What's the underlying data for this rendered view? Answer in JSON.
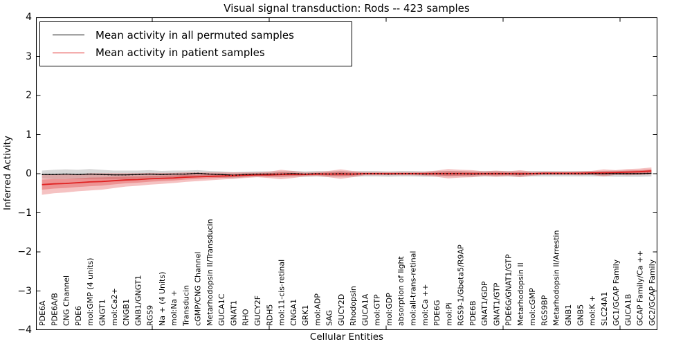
{
  "chart_data": {
    "type": "line",
    "title": "Visual signal transduction: Rods -- 423 samples",
    "xlabel": "Cellular Entities",
    "ylabel": "Inferred Activity",
    "ylim": [
      -4,
      4
    ],
    "yticks": [
      4,
      3,
      2,
      1,
      0,
      -1,
      -2,
      -3,
      -4
    ],
    "grid": false,
    "legend_position": "upper left",
    "band_note": "shaded bands show spread around each mean line",
    "categories": [
      "PDE6A",
      "PDE6A/B",
      "CNG Channel",
      "PDE6",
      "mol:GMP (4 units)",
      "GNGT1",
      "mol:Ca2+",
      "CNGB1",
      "GNB1/GNGT1",
      "RGS9",
      "Na + (4 Units)",
      "mol:Na +",
      "Transducin",
      "cGMP/CNG Channel",
      "Metarhodopsin II/Transducin",
      "GUCA1C",
      "GNAT1",
      "RHO",
      "GUCY2F",
      "RDH5",
      "mol:11-cis-retinal",
      "CNGA1",
      "GRK1",
      "mol:ADP",
      "SAG",
      "GUCY2D",
      "Rhodopsin",
      "GUCA1A",
      "mol:GTP",
      "mol:GDP",
      "absorption of light",
      "mol:all-trans-retinal",
      "mol:Ca ++",
      "PDE6G",
      "mol:Pi",
      "RGS9-1/Gbeta5/R9AP",
      "PDE6B",
      "GNAT1/GDP",
      "GNAT1/GTP",
      "PDE6G/GNAT1/GTP",
      "Metarhodopsin II",
      "mol:cGMP",
      "RGS9BP",
      "Metarhodopsin II/Arrestin",
      "GNB1",
      "GNB5",
      "mol:K +",
      "SLC24A1",
      "GC1/GCAP Family",
      "GUCA1B",
      "GCAP Family/Ca ++",
      "GC2/GCAP Family"
    ],
    "series": [
      {
        "name": "Mean activity in all permuted samples",
        "color": "#000000",
        "band_color": "rgba(150,150,150,0.38)",
        "values": [
          -0.02,
          -0.02,
          -0.01,
          -0.02,
          -0.01,
          -0.02,
          -0.03,
          -0.03,
          -0.02,
          -0.01,
          -0.02,
          -0.01,
          -0.01,
          0.01,
          -0.01,
          -0.02,
          -0.04,
          -0.02,
          -0.01,
          -0.01,
          -0.01,
          0,
          -0.01,
          0,
          -0.01,
          0,
          -0.01,
          0,
          0,
          -0.01,
          0,
          0,
          -0.01,
          0,
          0,
          0,
          -0.01,
          0,
          0,
          0,
          -0.01,
          0,
          0,
          0,
          0,
          0,
          0,
          0,
          0,
          0,
          0,
          0.01
        ],
        "band_halfwidth": [
          0.1,
          0.12,
          0.12,
          0.12,
          0.13,
          0.12,
          0.11,
          0.11,
          0.1,
          0.1,
          0.09,
          0.09,
          0.09,
          0.08,
          0.08,
          0.08,
          0.08,
          0.07,
          0.07,
          0.07,
          0.07,
          0.07,
          0.07,
          0.07,
          0.07,
          0.07,
          0.07,
          0.07,
          0.07,
          0.07,
          0.07,
          0.07,
          0.07,
          0.07,
          0.07,
          0.07,
          0.07,
          0.07,
          0.07,
          0.07,
          0.07,
          0.07,
          0.07,
          0.07,
          0.07,
          0.07,
          0.07,
          0.07,
          0.08,
          0.08,
          0.08,
          0.08
        ]
      },
      {
        "name": "Mean activity in patient samples",
        "color": "#e02222",
        "band_color": "rgba(226,70,70,0.33)",
        "values": [
          -0.28,
          -0.26,
          -0.25,
          -0.23,
          -0.21,
          -0.2,
          -0.18,
          -0.16,
          -0.15,
          -0.13,
          -0.12,
          -0.11,
          -0.09,
          -0.08,
          -0.07,
          -0.06,
          -0.05,
          -0.04,
          -0.03,
          -0.03,
          -0.02,
          -0.02,
          -0.02,
          -0.01,
          -0.01,
          -0.01,
          -0.01,
          0,
          0,
          0,
          0,
          0,
          0,
          0,
          0,
          0,
          0,
          0,
          0,
          0,
          0,
          0,
          0.01,
          0.01,
          0.01,
          0.01,
          0.02,
          0.02,
          0.03,
          0.04,
          0.05,
          0.07
        ],
        "band_halfwidth": [
          0.26,
          0.24,
          0.23,
          0.22,
          0.22,
          0.21,
          0.19,
          0.17,
          0.16,
          0.15,
          0.14,
          0.13,
          0.12,
          0.11,
          0.1,
          0.09,
          0.08,
          0.07,
          0.06,
          0.08,
          0.12,
          0.09,
          0.05,
          0.05,
          0.08,
          0.12,
          0.08,
          0.04,
          0.04,
          0.04,
          0.04,
          0.04,
          0.05,
          0.08,
          0.12,
          0.1,
          0.09,
          0.06,
          0.08,
          0.06,
          0.09,
          0.05,
          0.04,
          0.04,
          0.04,
          0.05,
          0.05,
          0.09,
          0.06,
          0.08,
          0.08,
          0.09
        ]
      }
    ]
  }
}
